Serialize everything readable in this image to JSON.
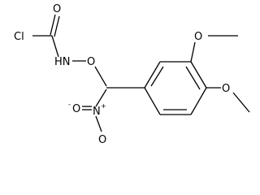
{
  "structure": {
    "atoms": {
      "carbonyl_oxygen": "O",
      "chlorine": "Cl",
      "amine": "HN",
      "ether_oxygen": "O",
      "nitro_nitrogen": "N",
      "nitro_nitrogen_charge": "+",
      "nitro_oxygen_top": "O",
      "nitro_oxygen_bottom": "O",
      "nitro_oxygen_charge": "-",
      "methoxy_oxygen_upper": "O",
      "methoxy_oxygen_lower": "O"
    }
  },
  "colors": {
    "bond": "#000000",
    "label": "#000000",
    "background": "#ffffff"
  }
}
